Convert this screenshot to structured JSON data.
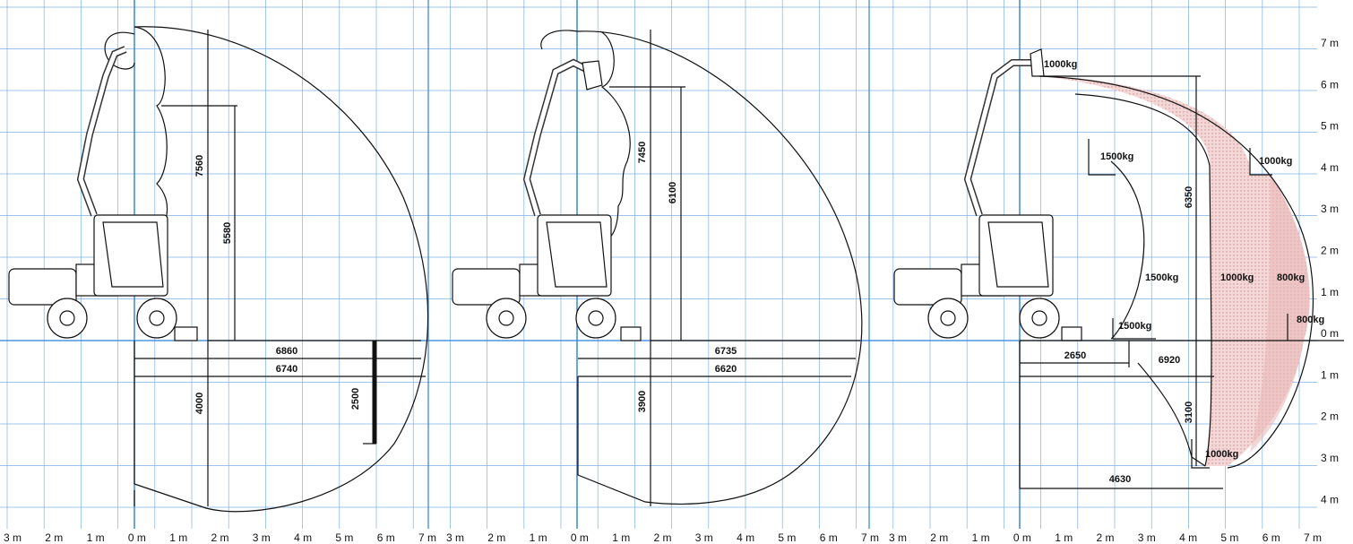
{
  "colors": {
    "grid": "#7fb0e6",
    "grid_major": "#2f7fd9",
    "ink": "#111111",
    "zone": "#f1d0d0",
    "zone_dots": "#d49494"
  },
  "y_axis_labels": [
    "7 m",
    "6 m",
    "5 m",
    "4 m",
    "3 m",
    "2 m",
    "1 m",
    "0 m",
    "1 m",
    "2 m",
    "3 m",
    "4 m"
  ],
  "x_axis_labels": [
    "3 m",
    "2 m",
    "1 m",
    "0 m",
    "1 m",
    "2 m",
    "3 m",
    "4 m",
    "5 m",
    "6 m",
    "7 m"
  ],
  "panels": [
    {
      "name": "panel-1",
      "dimensions": {
        "height_top": "7560",
        "height_mid": "5580",
        "reach_1": "6860",
        "reach_2": "6740",
        "depth": "4000",
        "depth_side": "2500"
      }
    },
    {
      "name": "panel-2",
      "dimensions": {
        "height_top": "7450",
        "height_mid": "6100",
        "reach_1": "6735",
        "reach_2": "6620",
        "depth": "3900"
      }
    },
    {
      "name": "panel-3",
      "dimensions": {
        "height": "6350",
        "reach_1": "2650",
        "reach_2": "6920",
        "depth": "3100",
        "reach_3": "4630"
      },
      "loads": {
        "top": "1000kg",
        "upper_left": "1500kg",
        "right_upper": "1000kg",
        "mid_left": "1500kg",
        "mid_center": "1000kg",
        "mid_right": "800kg",
        "ground_left": "1500kg",
        "ground_right": "800kg",
        "bottom": "1000kg"
      }
    }
  ]
}
